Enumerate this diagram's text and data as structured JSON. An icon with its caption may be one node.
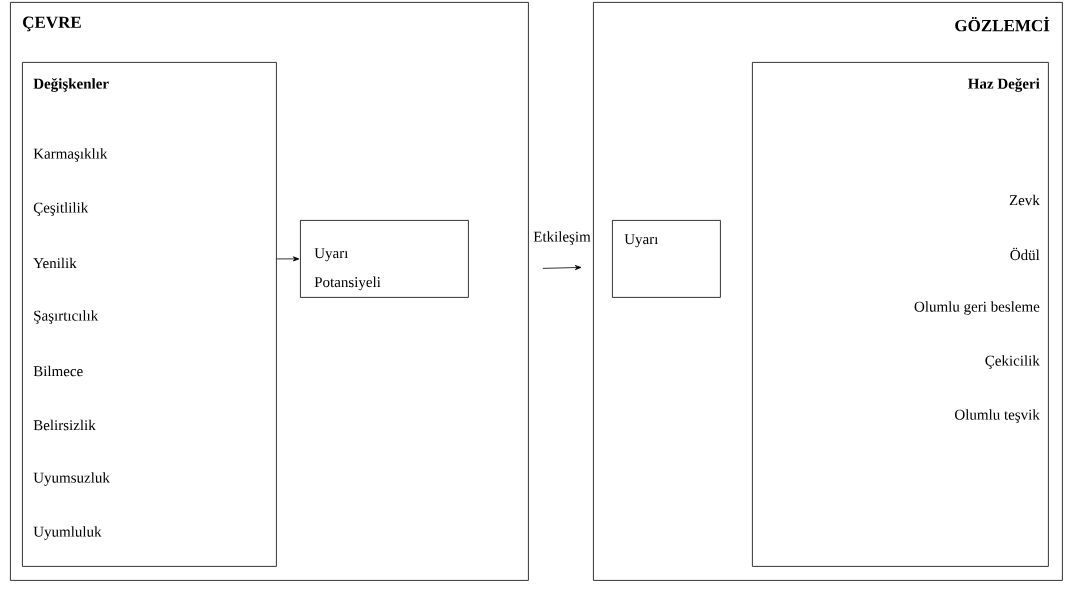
{
  "diagram": {
    "nodes": [
      {
        "text": [
          "ÇEVRE"
        ]
      },
      {
        "text": [
          "Değişkenler",
          "Karmaşıklık",
          "Çeşitlilik",
          "Yenilik",
          "Şaşırtıcılık",
          "Bilmece",
          "Belirsizlik",
          "Uyumsuzluk",
          "Uyumluluk"
        ],
        "in": 0
      },
      {
        "text": [
          "Uyarı Potansiyeli"
        ],
        "in": 0
      },
      {
        "text": [
          "GÖZLEMCİ"
        ]
      },
      {
        "text": [
          "Uyarı"
        ],
        "in": 3
      },
      {
        "text": [
          "Haz Değeri",
          "Zevk",
          "Ödül",
          "Olumlu geri besleme",
          "Çekicilik",
          "Olumlu teşvik"
        ],
        "in": 3
      }
    ],
    "edges": [
      {
        "from": 1,
        "to": 2,
        "arrow": "to"
      },
      {
        "from": 0,
        "to": 3,
        "arrow": "to",
        "label": "Etkileşim"
      }
    ]
  }
}
